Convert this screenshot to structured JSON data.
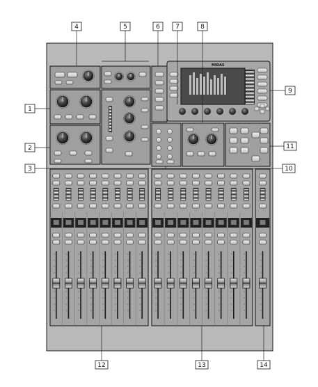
{
  "brand": {
    "logo_text": "MIDAS"
  },
  "callouts": [
    {
      "id": "c4",
      "label": "4"
    },
    {
      "id": "c5",
      "label": "5"
    },
    {
      "id": "c6",
      "label": "6"
    },
    {
      "id": "c7",
      "label": "7"
    },
    {
      "id": "c8",
      "label": "8"
    },
    {
      "id": "c9",
      "label": "9"
    },
    {
      "id": "c1",
      "label": "1"
    },
    {
      "id": "c2",
      "label": "2"
    },
    {
      "id": "c11",
      "label": "11"
    },
    {
      "id": "c3",
      "label": "3"
    },
    {
      "id": "c10",
      "label": "10"
    },
    {
      "id": "c12",
      "label": "12"
    },
    {
      "id": "c13",
      "label": "13"
    },
    {
      "id": "c14",
      "label": "14"
    }
  ],
  "colors": {
    "console_body": "#b9b9b9",
    "panel_face": "#9a9a9a",
    "frame_line": "#1a1a1a",
    "screen": "#4a4a4a",
    "meter_strip": "#3a3a3a",
    "scribble_strip": "#222222",
    "callout_line": "#222222"
  }
}
